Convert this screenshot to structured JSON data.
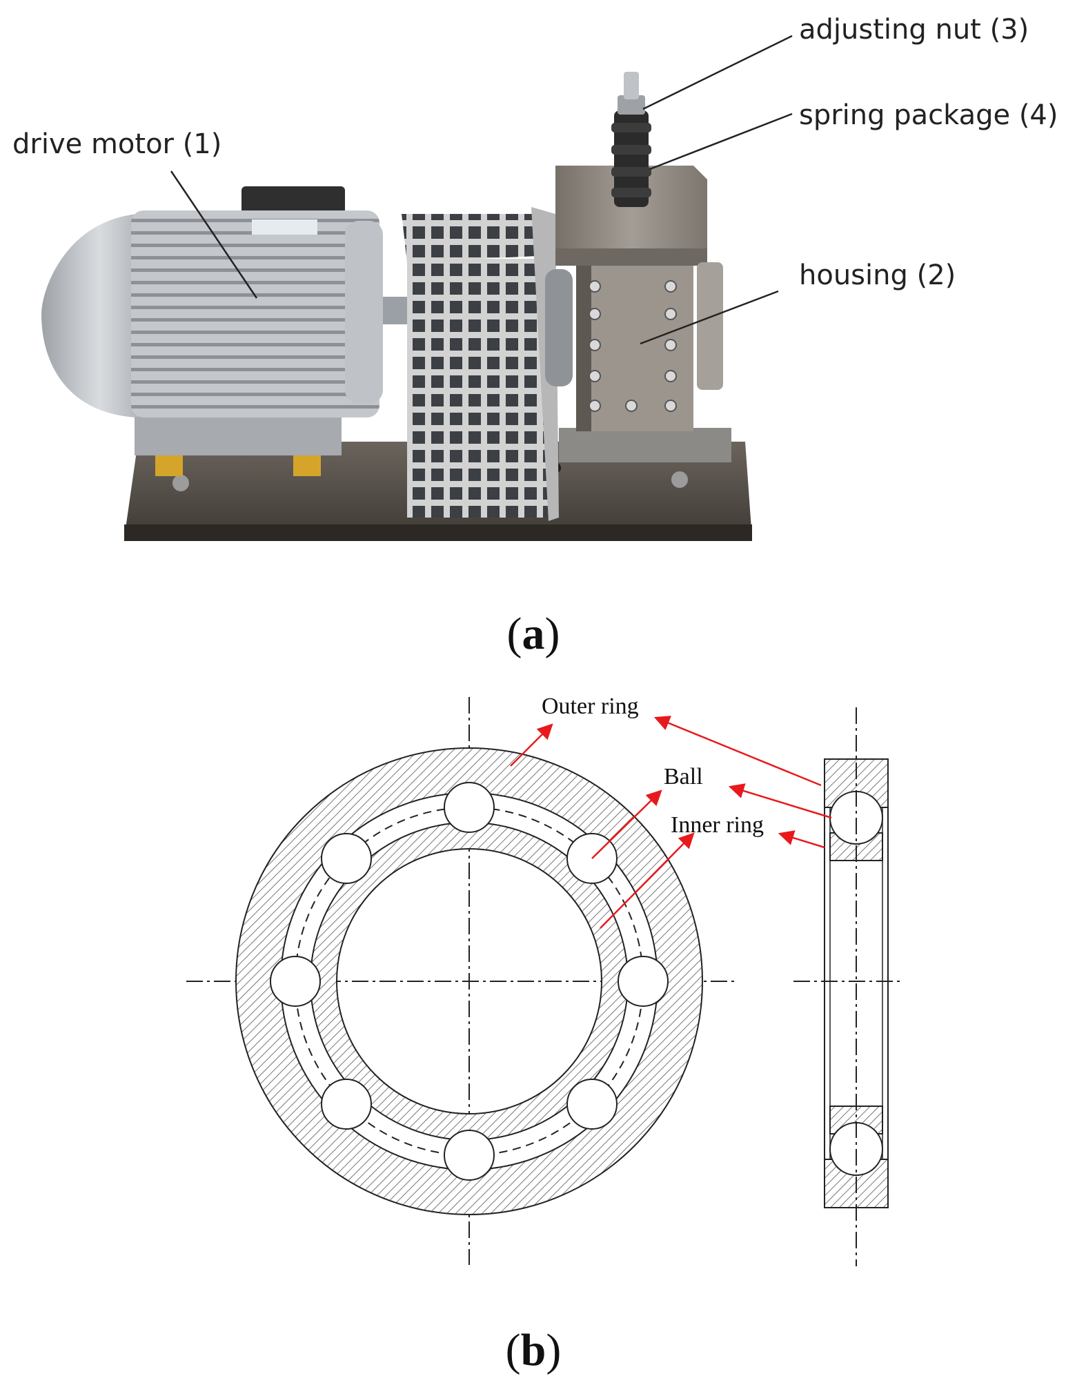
{
  "panel_a": {
    "panel_label": "a",
    "callouts": {
      "drive_motor": "drive  motor (1)",
      "adjusting_nut": "adjusting nut (3)",
      "spring_package": "spring package (4)",
      "housing": "housing (2)"
    }
  },
  "panel_b": {
    "panel_label": "b",
    "labels": {
      "outer_ring": "Outer ring",
      "ball": "Ball",
      "inner_ring": "Inner ring"
    },
    "ball_count": 8,
    "arrow_color": "#e8191c"
  },
  "colors": {
    "base_plate": "#4a4540",
    "motor_body": "#b9bcc0",
    "housing_steel": "#8f8a84",
    "guard_mesh": "#c9c9c9",
    "spring_black": "#2b2b2b",
    "leader_line": "#222222",
    "hatch": "#555555"
  }
}
